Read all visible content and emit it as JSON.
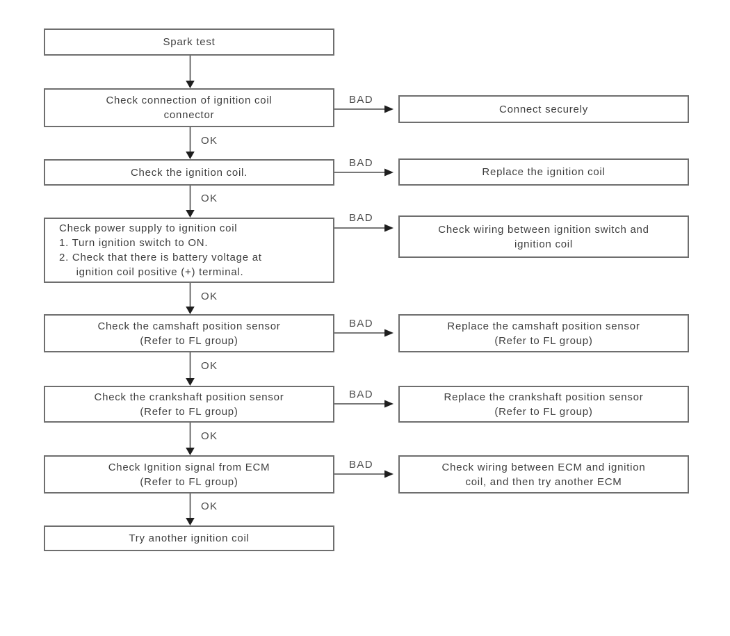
{
  "labels": {
    "ok": "OK",
    "bad": "BAD"
  },
  "colors": {
    "box_border": "#6e6e6e",
    "text": "#3e3e3e",
    "connector_line": "#4a4a4a",
    "arrowhead": "#1e1e1e",
    "background": "#ffffff"
  },
  "nodes": {
    "start": {
      "text": "Spark test"
    },
    "step1": {
      "text": "Check connection of ignition coil\nconnector"
    },
    "action1": {
      "text": "Connect securely"
    },
    "step2": {
      "text": "Check the ignition coil."
    },
    "action2": {
      "text": "Replace the ignition coil"
    },
    "step3": {
      "text": "Check power supply to ignition coil\n1. Turn ignition switch to ON.\n2. Check that there is battery voltage at\n     ignition coil positive (+) terminal."
    },
    "action3": {
      "text": "Check wiring between ignition switch and\nignition coil"
    },
    "step4": {
      "text": "Check the camshaft position sensor\n(Refer to FL group)"
    },
    "action4": {
      "text": "Replace the camshaft position sensor\n(Refer to FL group)"
    },
    "step5": {
      "text": "Check the crankshaft position sensor\n(Refer to FL group)"
    },
    "action5": {
      "text": "Replace the crankshaft position sensor\n(Refer to FL group)"
    },
    "step6": {
      "text": "Check Ignition signal from ECM\n(Refer to FL group)"
    },
    "action6": {
      "text": "Check wiring between ECM and ignition\ncoil, and then try another ECM"
    },
    "end": {
      "text": "Try another ignition coil"
    }
  },
  "edges": [
    {
      "from": "start",
      "to": "step1",
      "label": ""
    },
    {
      "from": "step1",
      "to": "step2",
      "label": "OK"
    },
    {
      "from": "step1",
      "to": "action1",
      "label": "BAD"
    },
    {
      "from": "step2",
      "to": "step3",
      "label": "OK"
    },
    {
      "from": "step2",
      "to": "action2",
      "label": "BAD"
    },
    {
      "from": "step3",
      "to": "step4",
      "label": "OK"
    },
    {
      "from": "step3",
      "to": "action3",
      "label": "BAD"
    },
    {
      "from": "step4",
      "to": "step5",
      "label": "OK"
    },
    {
      "from": "step4",
      "to": "action4",
      "label": "BAD"
    },
    {
      "from": "step5",
      "to": "step6",
      "label": "OK"
    },
    {
      "from": "step5",
      "to": "action5",
      "label": "BAD"
    },
    {
      "from": "step6",
      "to": "end",
      "label": "OK"
    },
    {
      "from": "step6",
      "to": "action6",
      "label": "BAD"
    }
  ]
}
